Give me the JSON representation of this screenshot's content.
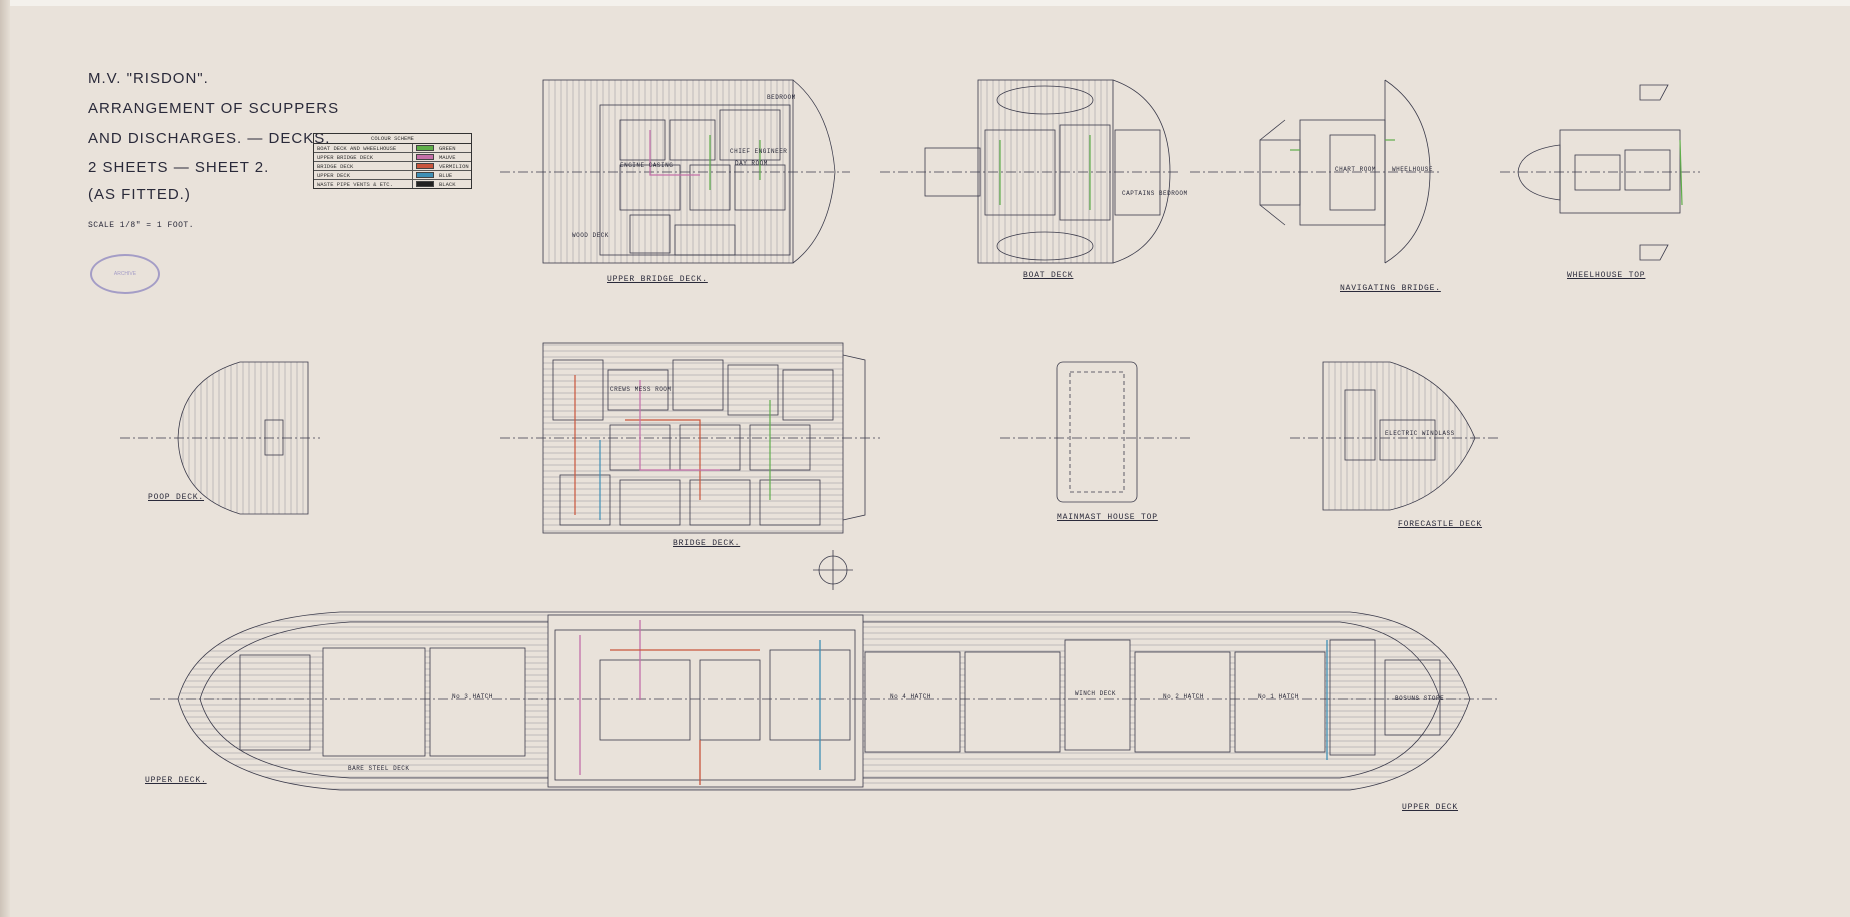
{
  "title": {
    "line1": "M.V. \"RISDON\".",
    "line2": "ARRANGEMENT OF SCUPPERS",
    "line3": "AND DISCHARGES. — DECKS.",
    "line4": "2 SHEETS — SHEET 2.",
    "line5": "(AS FITTED.)",
    "scale": "SCALE 1/8\" = 1 FOOT."
  },
  "legend": {
    "heading": "COLOUR SCHEME",
    "rows": [
      {
        "name": "BOAT DECK AND WHEELHOUSE",
        "colour_name": "GREEN",
        "color": "#5fae4a"
      },
      {
        "name": "UPPER BRIDGE DECK",
        "colour_name": "MAUVE",
        "color": "#c46fa8"
      },
      {
        "name": "BRIDGE DECK",
        "colour_name": "VERMILION",
        "color": "#c9553c"
      },
      {
        "name": "UPPER DECK",
        "colour_name": "BLUE",
        "color": "#3e8fb5"
      },
      {
        "name": "WASTE PIPE VENTS & ETC.",
        "colour_name": "BLACK",
        "color": "#222222"
      }
    ]
  },
  "deck_labels": {
    "upper_bridge_deck": "UPPER BRIDGE DECK.",
    "boat_deck": "BOAT DECK",
    "navigating_bridge": "NAVIGATING BRIDGE.",
    "wheelhouse_top": "WHEELHOUSE TOP",
    "poop_deck": "POOP DECK.",
    "bridge_deck": "BRIDGE DECK.",
    "mainmast_house_top": "MAINMAST HOUSE TOP",
    "forecastle_deck": "FORECASTLE DECK",
    "upper_deck_left": "UPPER DECK.",
    "upper_deck_right": "UPPER DECK"
  },
  "room_labels": {
    "wood_deck": "WOOD DECK",
    "chief_engineer": "CHIEF ENGINEER",
    "bedroom": "BEDROOM",
    "day_room": "DAY ROOM",
    "engine_casing": "ENGINE CASING",
    "chart_room": "CHART ROOM",
    "wheelhouse": "WHEELHOUSE",
    "captains_bedroom": "CAPTAINS BEDROOM",
    "crews_mess_room": "CREWS MESS ROOM",
    "electric_windlass": "ELECTRIC WINDLASS",
    "no3_hatch": "No 3 HATCH",
    "no4_hatch": "No 4 HATCH",
    "no2_hatch": "No 2 HATCH",
    "no1_hatch": "No 1 HATCH",
    "bare_steel_deck": "BARE STEEL DECK",
    "winch_deck": "WINCH DECK",
    "bosuns_store": "BOSUNS STORE"
  },
  "stamp_text": "ARCHIVE"
}
